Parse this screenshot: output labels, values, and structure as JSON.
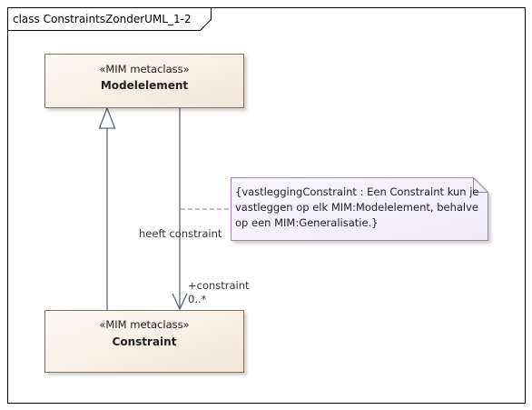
{
  "diagram": {
    "frame_title": "class ConstraintsZonderUML_1-2",
    "classes": {
      "modelelement": {
        "stereotype": "«MIM metaclass»",
        "name": "Modelelement"
      },
      "constraint": {
        "stereotype": "«MIM metaclass»",
        "name": "Constraint"
      }
    },
    "association": {
      "name": "heeft constraint",
      "role": "+constraint",
      "multiplicity": "0..*"
    },
    "note": {
      "lines": [
        "{vastleggingConstraint : Een Constraint kun je",
        "vastleggen op elk MIM:Modelelement, behalve",
        "op een MIM:Generalisatie.}"
      ]
    },
    "colors": {
      "class_fill_top": "#fdfaf4",
      "class_fill_bottom": "#f3e9dc",
      "class_border": "#8b6d5c",
      "note_fill": "#f5f2fb",
      "note_border": "#9e83a8",
      "connector": "#5a6680",
      "dashed_link": "#b06a7a"
    }
  }
}
